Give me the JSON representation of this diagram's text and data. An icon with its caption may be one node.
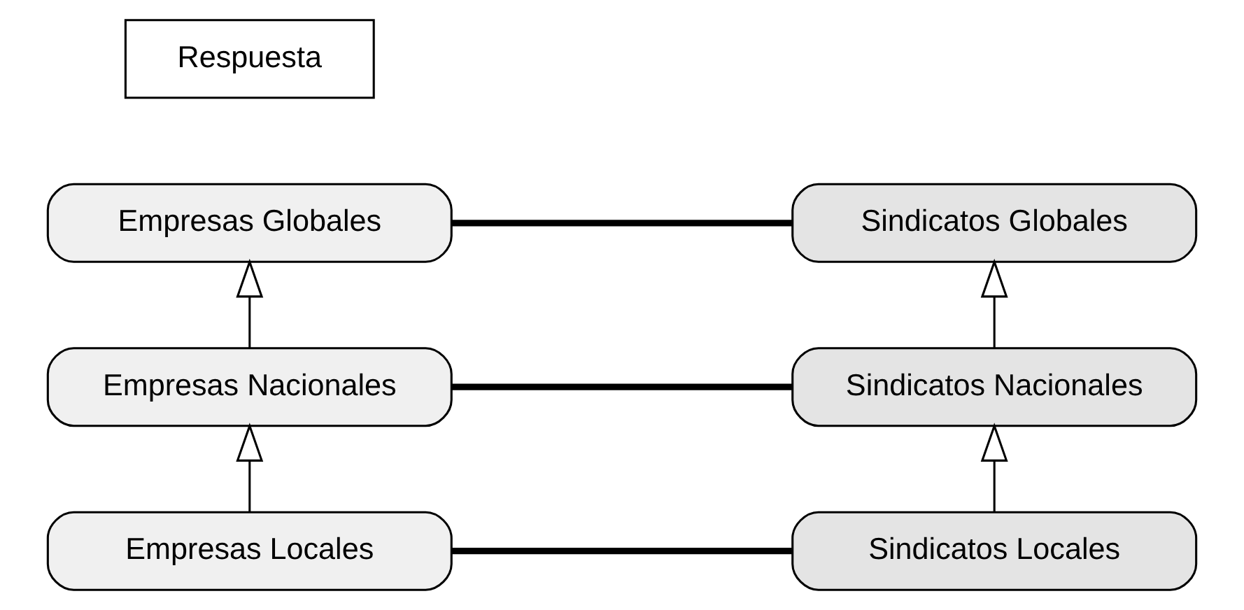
{
  "diagram": {
    "nodes": [
      {
        "text": [
          "Respuesta"
        ]
      },
      {
        "text": [
          "Empresas Globales"
        ]
      },
      {
        "text": [
          "Sindicatos Globales"
        ]
      },
      {
        "text": [
          "Empresas Nacionales"
        ]
      },
      {
        "text": [
          "Sindicatos Nacionales"
        ]
      },
      {
        "text": [
          "Empresas Locales"
        ]
      },
      {
        "text": [
          "Sindicatos Locales"
        ]
      }
    ],
    "edges": [
      {
        "from": 1,
        "to": 2,
        "arrow": "none",
        "style": "thick"
      },
      {
        "from": 3,
        "to": 1,
        "arrow": "to"
      },
      {
        "from": 4,
        "to": 2,
        "arrow": "to"
      },
      {
        "from": 3,
        "to": 4,
        "arrow": "none",
        "style": "thick"
      },
      {
        "from": 5,
        "to": 3,
        "arrow": "to"
      },
      {
        "from": 6,
        "to": 4,
        "arrow": "to"
      },
      {
        "from": 5,
        "to": 6,
        "arrow": "none",
        "style": "thick"
      }
    ]
  }
}
